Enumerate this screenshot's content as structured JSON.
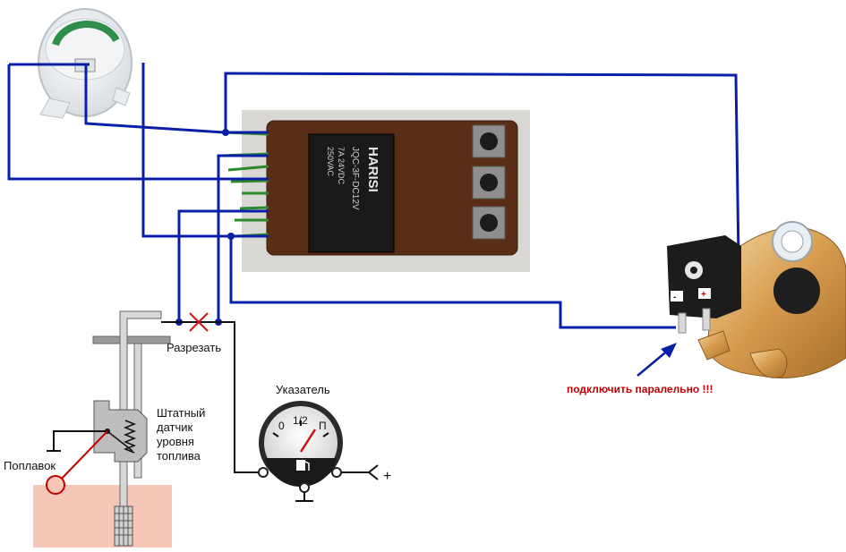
{
  "labels": {
    "cut": "Разрезать",
    "gauge_title": "Указатель",
    "sensor_line1": "Штатный",
    "sensor_line2": "датчик",
    "sensor_line3": "уровня",
    "sensor_line4": "топлива",
    "float": "Поплавок",
    "connect_parallel": "подключить паралельно !!!",
    "plus": "+"
  },
  "relay": {
    "brand": "HARISI",
    "model": "JQC-3F-DC12V",
    "rating1": "7A 24VDC",
    "rating2": "250VAC"
  },
  "gauge": {
    "tick_zero": "0",
    "tick_half": "1/2",
    "tick_full": "П"
  },
  "valve": {
    "minus": "-",
    "plus": "+"
  },
  "colors": {
    "wire": "#0a1fa8",
    "note": "#c00000",
    "board": "#5a2e16",
    "tank": "#f6c6b6",
    "cut_mark": "#d21818"
  }
}
